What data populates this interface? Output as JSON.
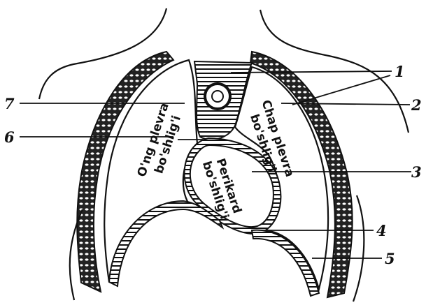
{
  "regions": {
    "right_pleura_line1": "O'ng plevra",
    "right_pleura_line2": "bo'shlig'i",
    "left_pleura_line1": "Chap plevra",
    "left_pleura_line2": "bo'shlig'i",
    "pericardium_line1": "Perikard",
    "pericardium_line2": "bo'shlig'i"
  },
  "labels": {
    "n1": "1",
    "n2": "2",
    "n3": "3",
    "n4": "4",
    "n5": "5",
    "n6": "6",
    "n7": "7"
  }
}
